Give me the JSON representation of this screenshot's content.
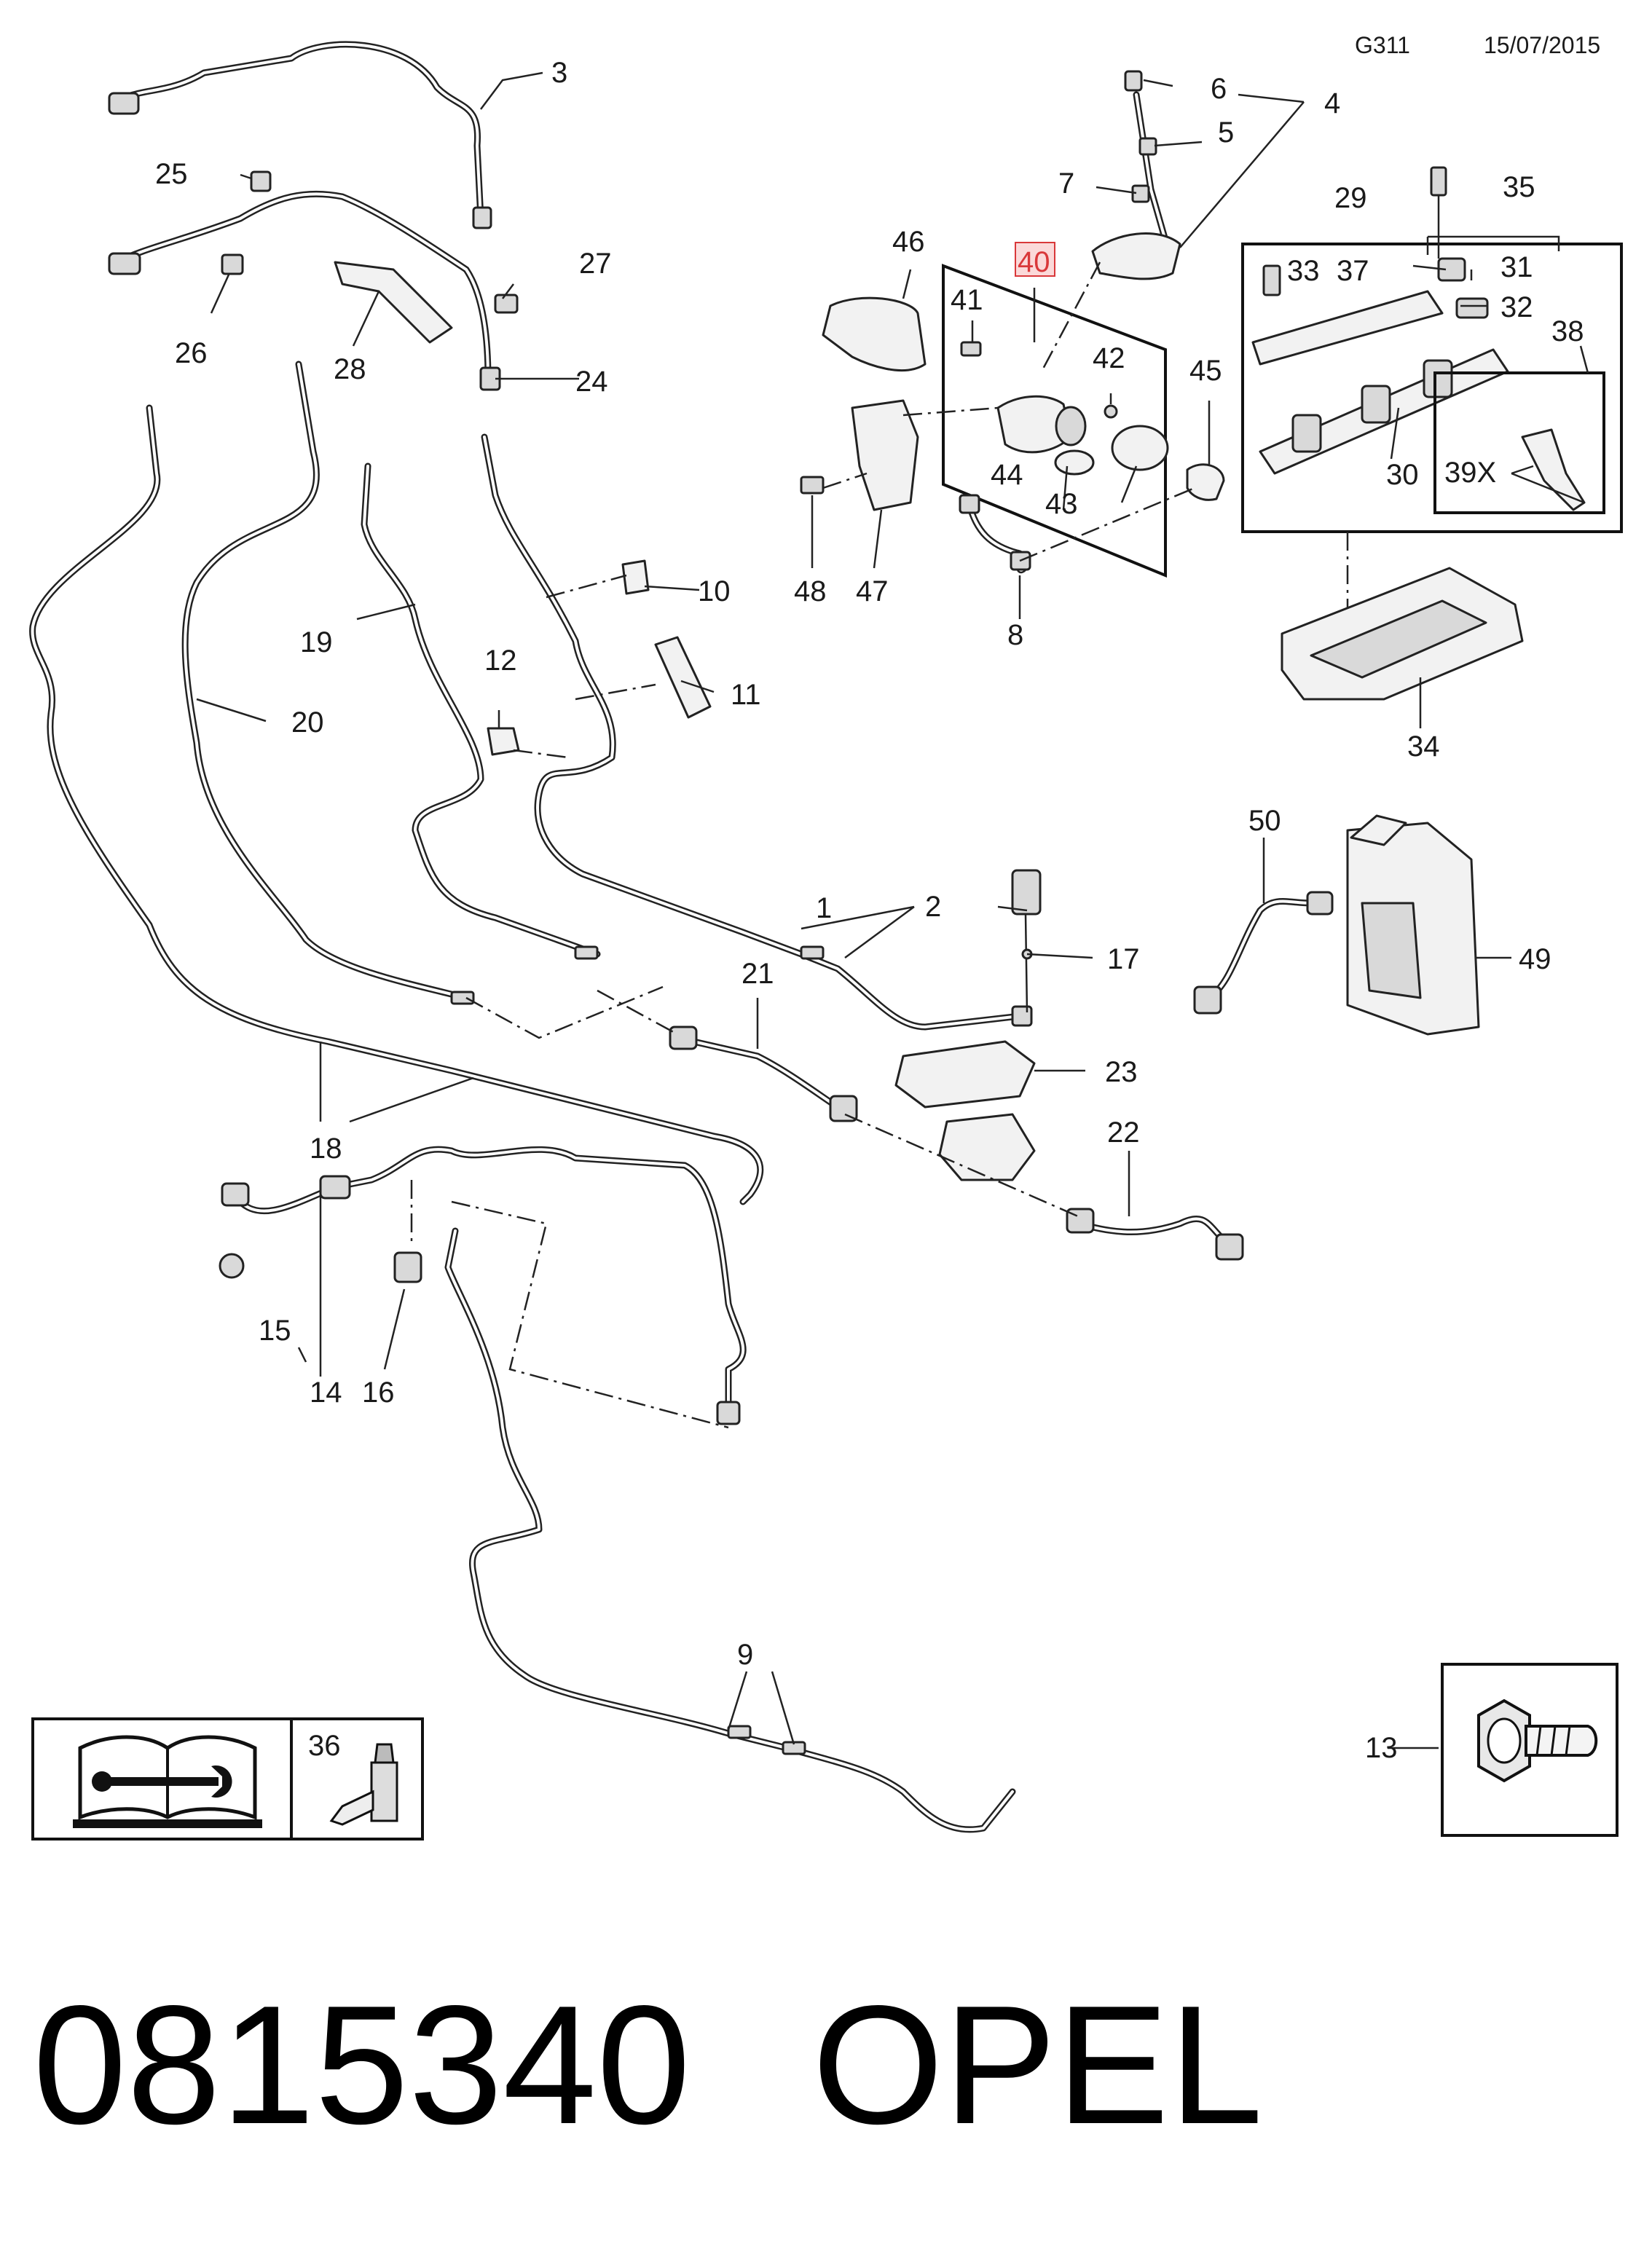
{
  "header": {
    "code": "G311",
    "date": "15/07/2015"
  },
  "footer": {
    "part_number": "0815340",
    "brand": "OPEL"
  },
  "callouts": {
    "c1": "1",
    "c2": "2",
    "c3": "3",
    "c4": "4",
    "c5": "5",
    "c6": "6",
    "c7": "7",
    "c8": "8",
    "c9": "9",
    "c10": "10",
    "c11": "11",
    "c12": "12",
    "c13": "13",
    "c14": "14",
    "c15": "15",
    "c16": "16",
    "c17": "17",
    "c18": "18",
    "c19": "19",
    "c20": "20",
    "c21": "21",
    "c22": "22",
    "c23": "23",
    "c24": "24",
    "c25": "25",
    "c26": "26",
    "c27": "27",
    "c28": "28",
    "c29": "29",
    "c30": "30",
    "c31": "31",
    "c32": "32",
    "c33": "33",
    "c34": "34",
    "c35": "35",
    "c36": "36",
    "c37": "37",
    "c38": "38",
    "c39x": "39X",
    "c40": "40",
    "c41": "41",
    "c42": "42",
    "c43": "43",
    "c44": "44",
    "c45": "45",
    "c46": "46",
    "c47": "47",
    "c48": "48",
    "c49": "49",
    "c50": "50"
  },
  "highlight": {
    "callout": "40",
    "color": "#d9383a",
    "fill": "#fbd9d9"
  },
  "icons": {
    "manual": "service-manual-wrench-icon",
    "sealant": "sealant-tube-icon",
    "bolt": "hex-flange-bolt-icon"
  }
}
